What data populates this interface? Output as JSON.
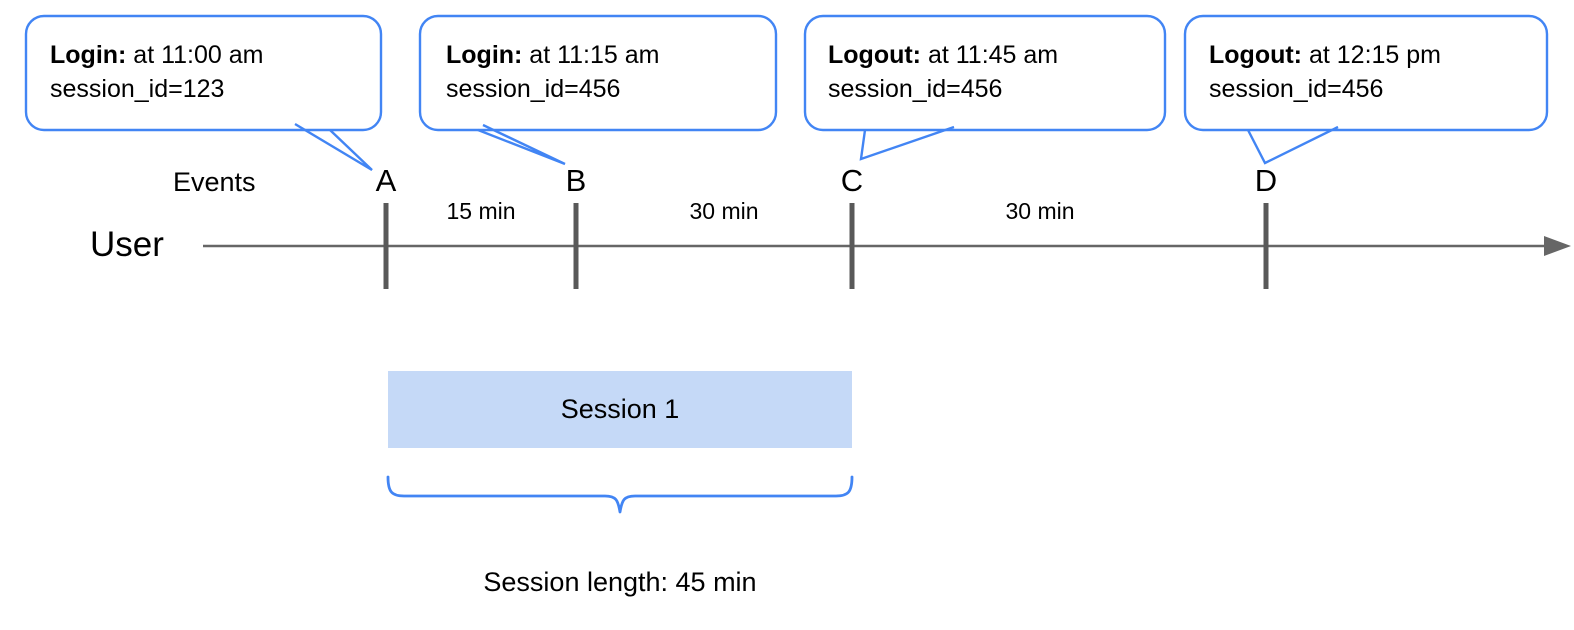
{
  "diagram": {
    "title_text": "",
    "colors": {
      "callout_stroke": "#4285f4",
      "callout_fill": "#ffffff",
      "axis_line": "#666666",
      "tick": "#595959",
      "session_fill": "#c5d9f7",
      "brace": "#4285f4",
      "text": "#000000"
    },
    "callouts": [
      {
        "event": "Login:",
        "time_text": " at 11:00 am",
        "session_line": "session_id=123",
        "points_to": "A"
      },
      {
        "event": "Login:",
        "time_text": " at 11:15 am",
        "session_line": "session_id=456",
        "points_to": "B"
      },
      {
        "event": "Logout:",
        "time_text": " at 11:45 am",
        "session_line": "session_id=456",
        "points_to": "C"
      },
      {
        "event": "Logout:",
        "time_text": " at 12:15 pm",
        "session_line": "session_id=456",
        "points_to": "D"
      }
    ],
    "row_labels": {
      "events": "Events",
      "user": "User"
    },
    "markers": [
      "A",
      "B",
      "C",
      "D"
    ],
    "gaps": [
      {
        "label": "15 min",
        "from": "A",
        "to": "B"
      },
      {
        "label": "30 min",
        "from": "B",
        "to": "C"
      },
      {
        "label": "30 min",
        "from": "C",
        "to": "D"
      }
    ],
    "session": {
      "bar_label": "Session 1",
      "length_label": "Session length: 45 min",
      "span_from": "A",
      "span_to": "C"
    }
  }
}
